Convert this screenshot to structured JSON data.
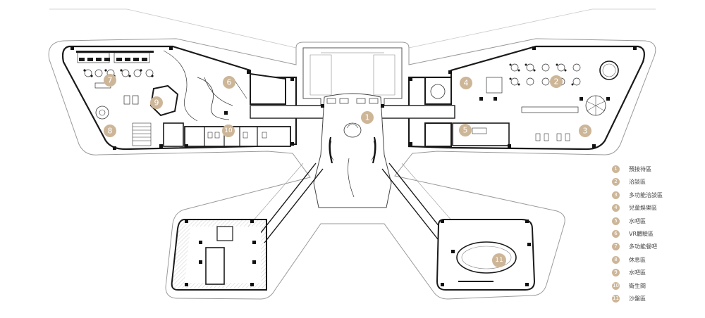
{
  "colors": {
    "marker": "#cdb698",
    "line": "#3a3a3a",
    "light_line": "#bdbdbd",
    "wall": "#111111"
  },
  "plan": {
    "room_markers": [
      {
        "number": "1"
      },
      {
        "number": "2"
      },
      {
        "number": "3"
      },
      {
        "number": "4"
      },
      {
        "number": "5"
      },
      {
        "number": "6"
      },
      {
        "number": "7"
      },
      {
        "number": "8"
      },
      {
        "number": "9"
      },
      {
        "number": "10"
      },
      {
        "number": "11"
      }
    ]
  },
  "legend": {
    "items": [
      {
        "number": "1",
        "label": "預接待區"
      },
      {
        "number": "2",
        "label": "洽談區"
      },
      {
        "number": "3",
        "label": "多功能洽談區"
      },
      {
        "number": "4",
        "label": "兒童娛樂區"
      },
      {
        "number": "5",
        "label": "水吧區"
      },
      {
        "number": "6",
        "label": "VR體驗區"
      },
      {
        "number": "7",
        "label": "多功能餐吧"
      },
      {
        "number": "8",
        "label": "休息區"
      },
      {
        "number": "9",
        "label": "水吧區"
      },
      {
        "number": "10",
        "label": "衛生間"
      },
      {
        "number": "11",
        "label": "沙盤區"
      }
    ]
  }
}
